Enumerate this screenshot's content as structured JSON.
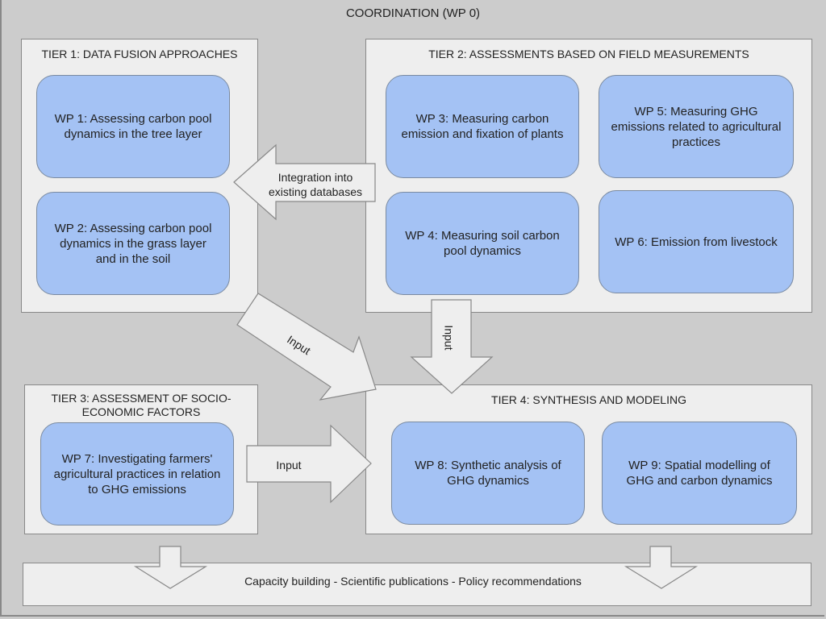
{
  "coordination": "COORDINATION (WP 0)",
  "tiers": [
    {
      "title": "TIER 1: DATA FUSION APPROACHES"
    },
    {
      "title": "TIER 2: ASSESSMENTS BASED ON FIELD MEASUREMENTS"
    },
    {
      "title": "TIER 3: ASSESSMENT OF SOCIO-ECONOMIC FACTORS"
    },
    {
      "title": "TIER 4: SYNTHESIS AND MODELING"
    }
  ],
  "work_packages": [
    {
      "id": "WP 1",
      "text": "WP 1: Assessing carbon pool dynamics in the tree layer"
    },
    {
      "id": "WP 2",
      "text": "WP 2: Assessing carbon pool dynamics in the grass layer and in the soil"
    },
    {
      "id": "WP 3",
      "text": "WP 3: Measuring carbon emission and fixation of plants"
    },
    {
      "id": "WP 4",
      "text": "WP 4: Measuring soil carbon pool dynamics"
    },
    {
      "id": "WP 5",
      "text": "WP 5: Measuring GHG emissions related to agricultural practices"
    },
    {
      "id": "WP 6",
      "text": "WP 6:  Emission from livestock"
    },
    {
      "id": "WP 7",
      "text": "WP 7: Investigating farmers' agricultural practices in relation to GHG emissions"
    },
    {
      "id": "WP 8",
      "text": "WP 8: Synthetic analysis of GHG dynamics"
    },
    {
      "id": "WP 9",
      "text": "WP 9: Spatial modelling of GHG and carbon dynamics"
    }
  ],
  "arrows": {
    "integration": "Integration into existing databases",
    "input_diagonal": "Input",
    "input_vertical": "Input",
    "input_horizontal": "Input"
  },
  "outputs": "Capacity building - Scientific publications - Policy recommendations",
  "colors": {
    "background": "#cccccc",
    "tier": "#eeeeee",
    "wp": "#a4c2f4"
  }
}
